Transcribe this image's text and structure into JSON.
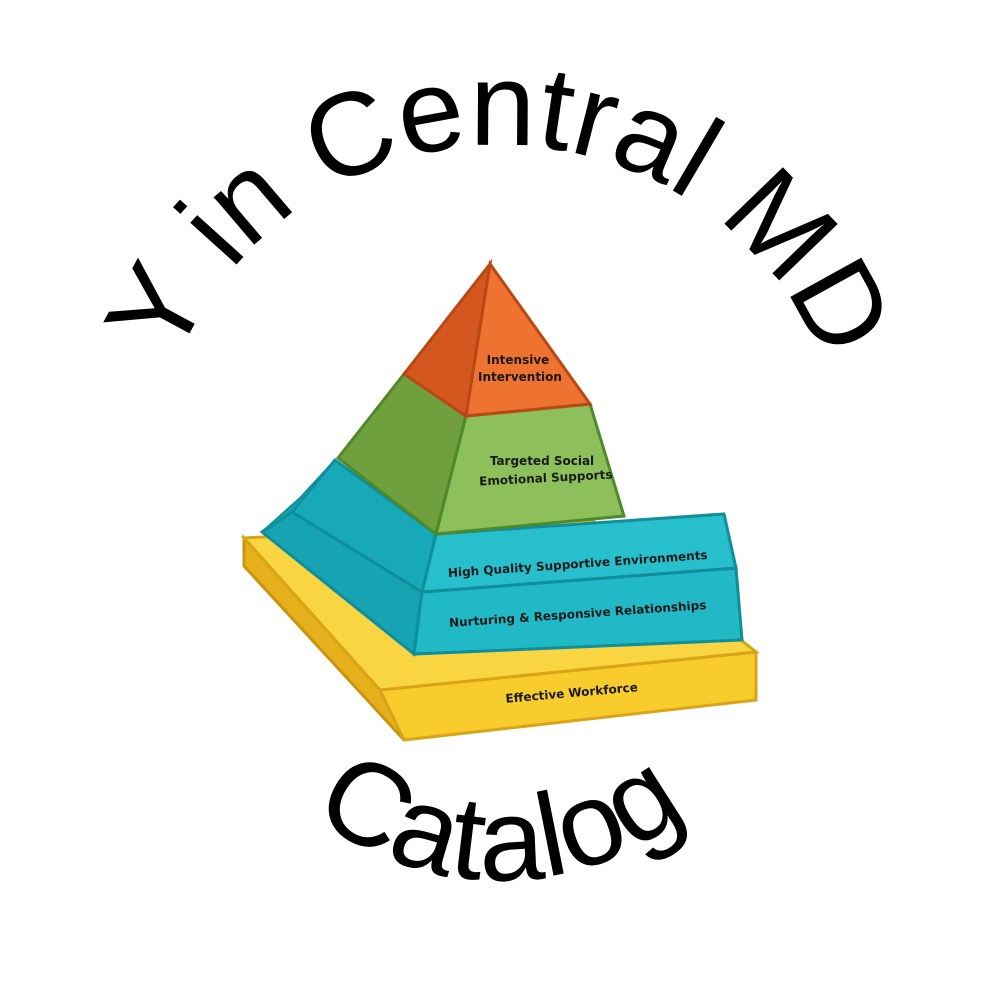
{
  "logo": {
    "top_arc_text": "Y in Central MD",
    "bottom_arc_text": "Catalog"
  },
  "pyramid": {
    "tiers": [
      {
        "id": "intensive",
        "lines": [
          "Intensive",
          "Intervention"
        ],
        "color": "#e8682a"
      },
      {
        "id": "targeted",
        "lines": [
          "Targeted Social",
          "Emotional Supports"
        ],
        "color": "#7fb24a"
      },
      {
        "id": "environments",
        "lines": [
          "High Quality Supportive Environments"
        ],
        "color": "#1fb6c4"
      },
      {
        "id": "relationships",
        "lines": [
          "Nurturing & Responsive Relationships"
        ],
        "color": "#1fb6c4"
      },
      {
        "id": "workforce",
        "lines": [
          "Effective Workforce"
        ],
        "color": "#f7cc2c"
      }
    ],
    "outline_colors": {
      "intensive": "#b94814",
      "targeted": "#4f8a2a",
      "teal": "#0f8e9c",
      "workforce": "#e0a81a"
    }
  }
}
